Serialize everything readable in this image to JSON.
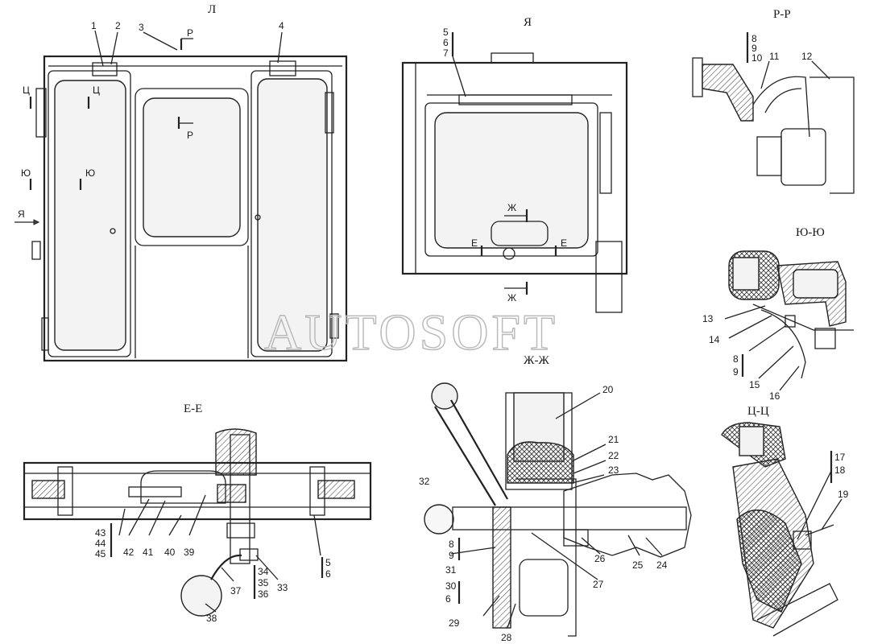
{
  "watermark": "AUTOSOFT",
  "views": {
    "main": {
      "title": "Л"
    },
    "ya": {
      "title": "Я"
    },
    "pp": {
      "title": "Р-Р"
    },
    "yuyu": {
      "title": "Ю-Ю"
    },
    "zhzh": {
      "title": "Ж-Ж"
    },
    "ee": {
      "title": "Е-Е"
    },
    "tsts": {
      "title": "Ц-Ц"
    }
  },
  "section_marks": {
    "p": "Р",
    "ts": "Ц",
    "yu": "Ю",
    "ya": "Я",
    "zh": "Ж",
    "e": "Е"
  },
  "callouts": {
    "main": [
      "1",
      "2",
      "3",
      "4"
    ],
    "ya": [
      "5",
      "6",
      "7"
    ],
    "pp": [
      "8",
      "9",
      "10",
      "11",
      "12"
    ],
    "yuyu": [
      "13",
      "14",
      "8",
      "9",
      "15",
      "16"
    ],
    "tsts": [
      "17",
      "18",
      "19"
    ],
    "zhzh": [
      "20",
      "21",
      "22",
      "23",
      "24",
      "25",
      "26",
      "27",
      "28",
      "29",
      "30",
      "6",
      "31",
      "8",
      "9",
      "32"
    ],
    "ee": [
      "43",
      "44",
      "45",
      "42",
      "41",
      "40",
      "39",
      "37",
      "38",
      "34",
      "35",
      "36",
      "33",
      "5",
      "6"
    ]
  }
}
